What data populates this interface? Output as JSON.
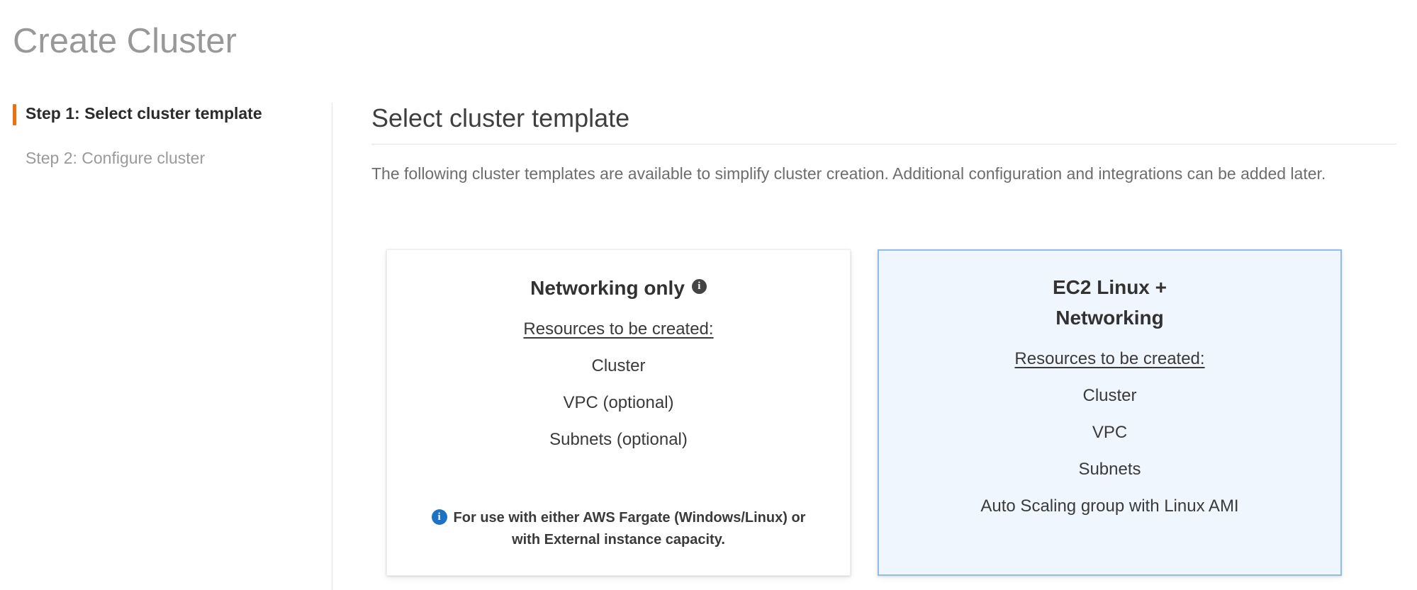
{
  "page": {
    "title": "Create Cluster"
  },
  "steps": {
    "items": [
      {
        "label": "Step 1: Select cluster template",
        "active": true
      },
      {
        "label": "Step 2: Configure cluster",
        "active": false
      }
    ],
    "active_marker_color": "#ec7211"
  },
  "main": {
    "heading": "Select cluster template",
    "description": "The following cluster templates are available to simplify cluster creation. Additional configuration and integrations can be added later."
  },
  "templates": {
    "resources_heading": "Resources to be created:",
    "cards": [
      {
        "title": "Networking only",
        "info_icon": "info-icon",
        "info_icon_color": "#444444",
        "selected": false,
        "resources": [
          "Cluster",
          "VPC (optional)",
          "Subnets (optional)"
        ],
        "note": {
          "icon": "info-icon",
          "icon_color": "#1d72c4",
          "line1": "For use with either AWS Fargate (Windows/Linux)",
          "line2": "or with External instance capacity."
        }
      },
      {
        "title_line1": "EC2 Linux +",
        "title_line2": "Networking",
        "selected": true,
        "selected_background": "#eff6fd",
        "selected_border": "#8ebdea",
        "resources": [
          "Cluster",
          "VPC",
          "Subnets",
          "Auto Scaling group with Linux AMI"
        ]
      }
    ]
  }
}
